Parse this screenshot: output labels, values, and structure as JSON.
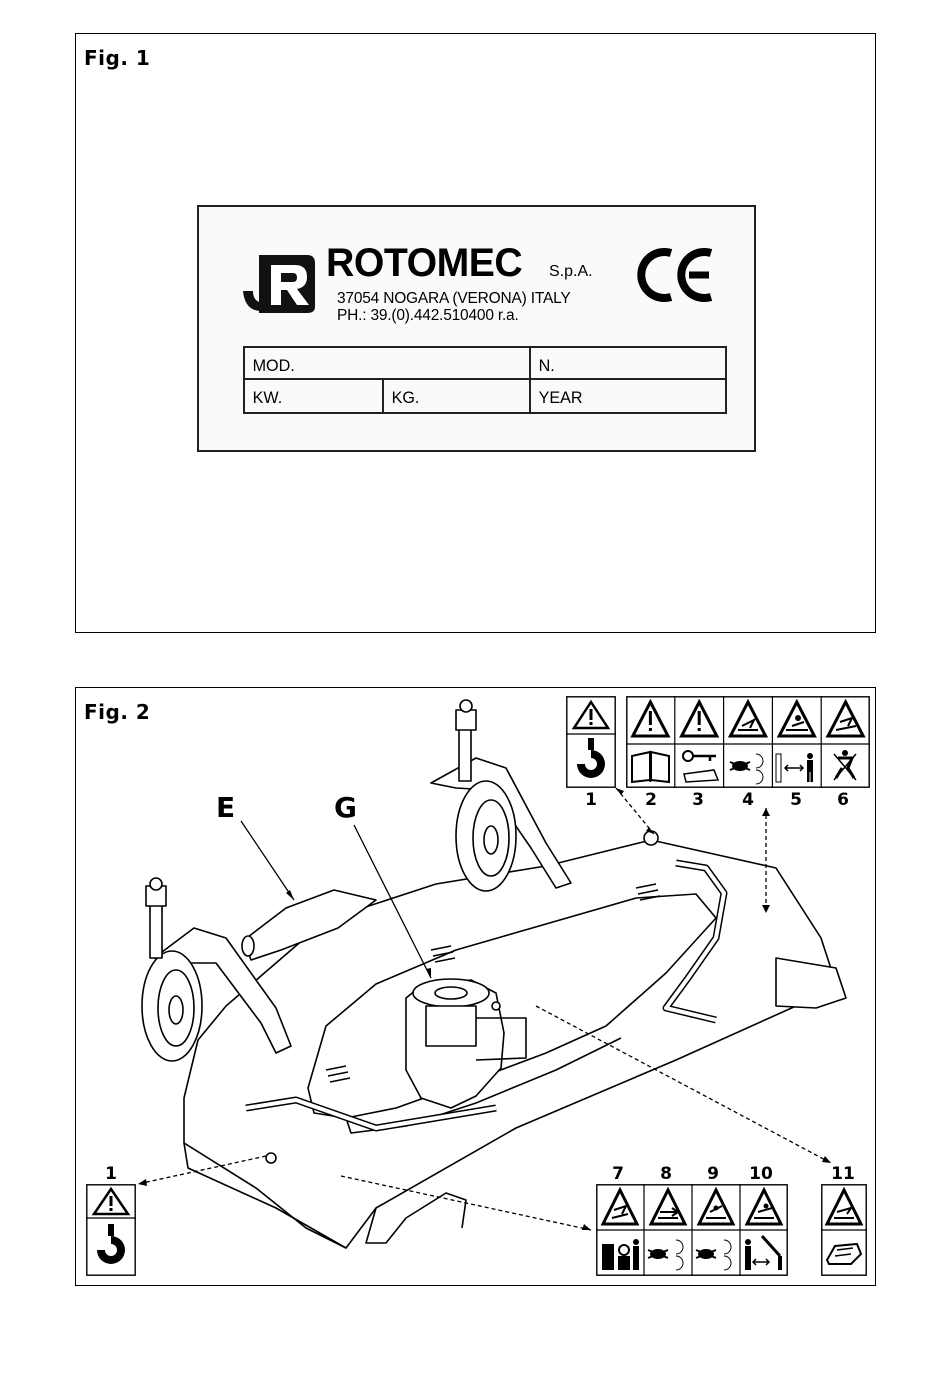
{
  "fig1": {
    "title": "Fig. 1",
    "plate": {
      "brand": "ROTOMEC",
      "company_suffix": "S.p.A.",
      "address_line1": "37054  NOGARA  (VERONA)  ITALY",
      "address_line2": "PH.:  39.(0).442.510400  r.a.",
      "mark": "CE",
      "fields": {
        "mod": "MOD.",
        "n": "N.",
        "kw": "KW.",
        "kg": "KG.",
        "year": "YEAR"
      }
    }
  },
  "fig2": {
    "title": "Fig. 2",
    "part_labels": {
      "e": "E",
      "g": "G"
    },
    "decal_numbers": {
      "top": [
        "1",
        "2",
        "3",
        "4",
        "5",
        "6"
      ],
      "bottom_left": "1",
      "bottom_right": [
        "7",
        "8",
        "9",
        "10",
        "11"
      ]
    }
  }
}
